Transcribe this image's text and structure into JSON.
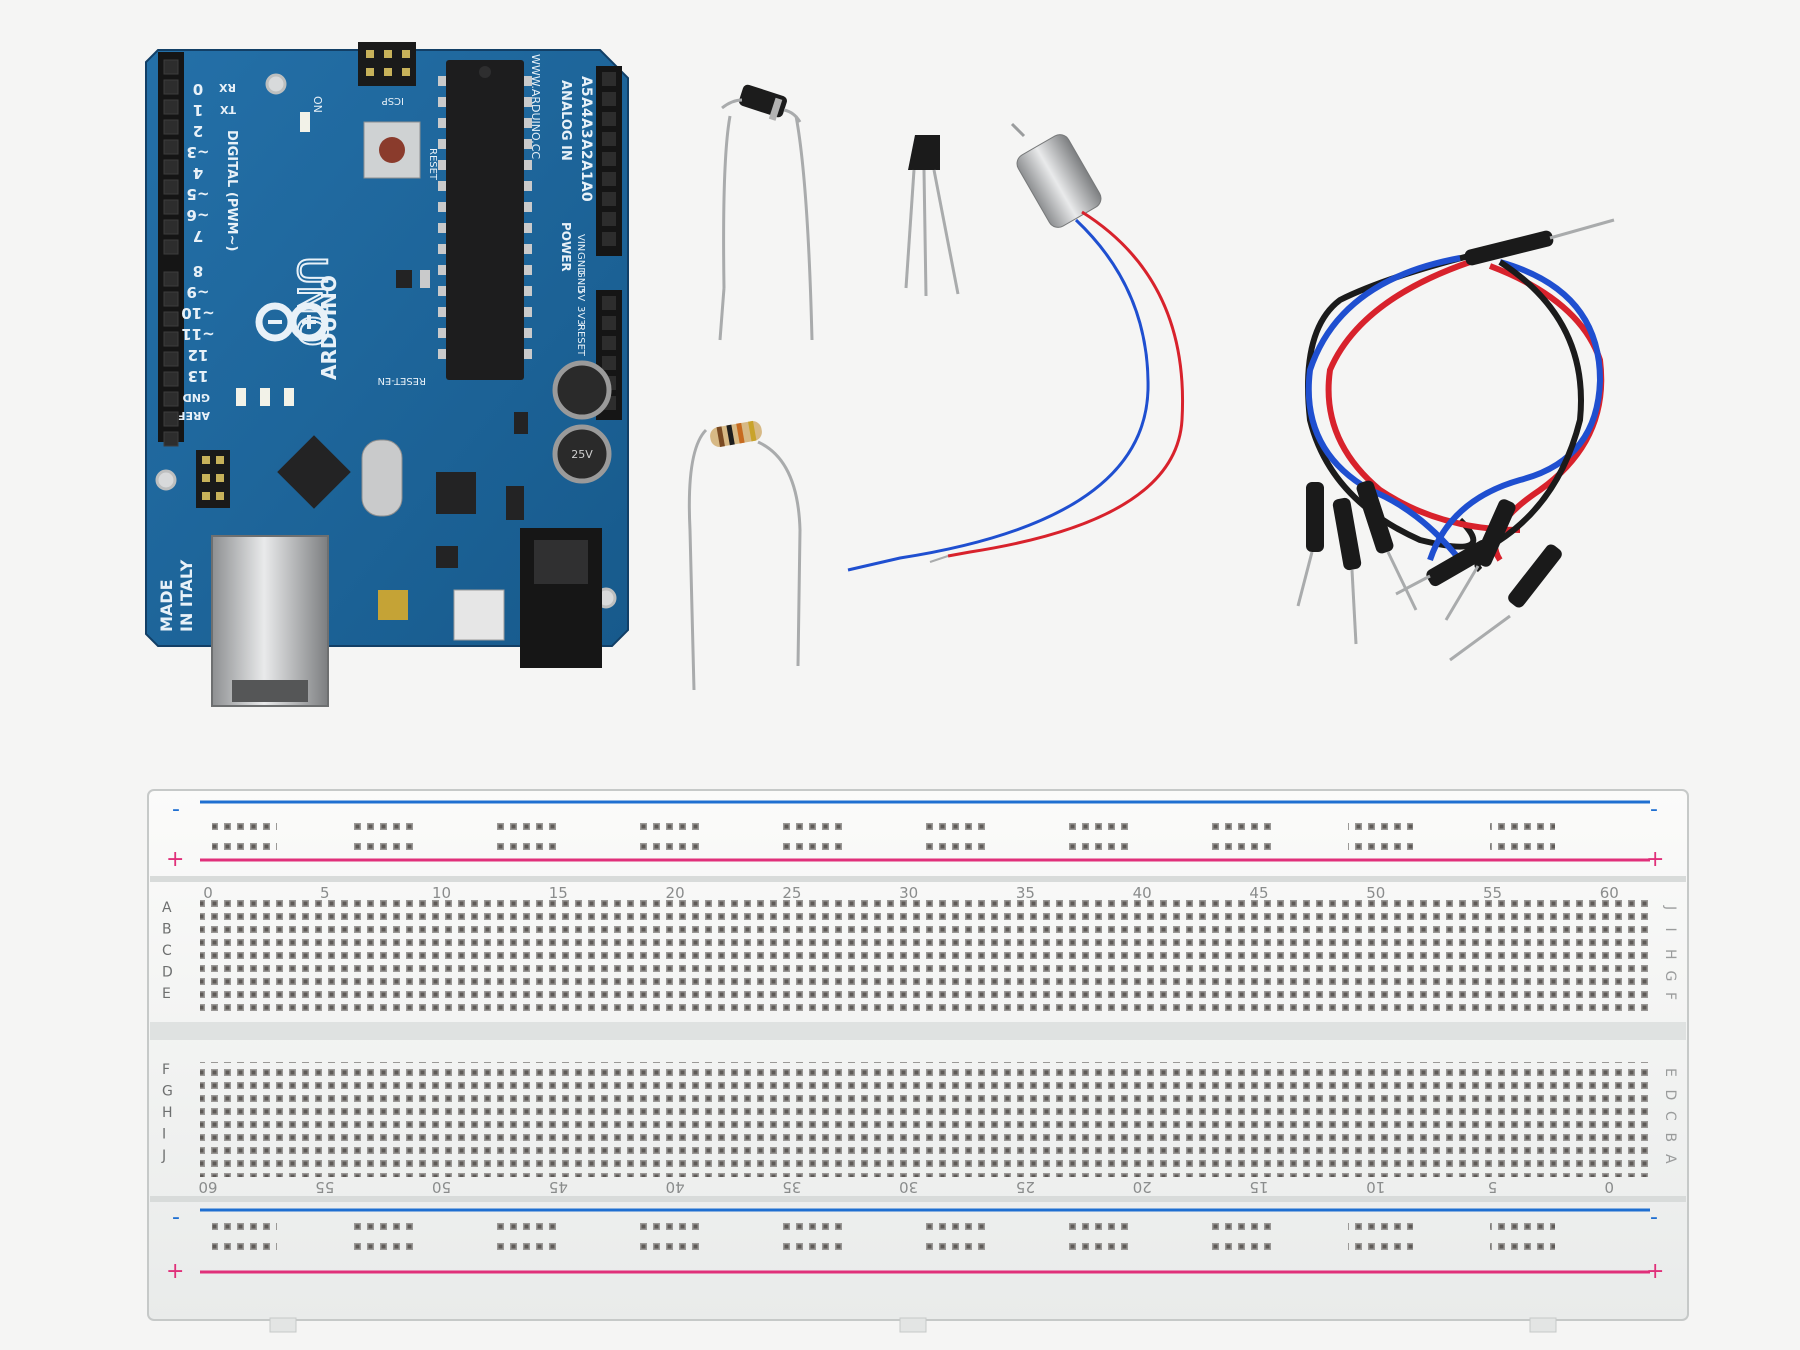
{
  "arduino": {
    "brand": "ARDUINO",
    "model": "UNO",
    "url": "WWW.ARDUINO.CC",
    "made_in": [
      "MADE",
      "IN ITALY"
    ],
    "digital_label": "DIGITAL (PWM~)",
    "analog_label": "ANALOG IN",
    "power_label": "POWER",
    "reset_label": "RESET",
    "icsp_label": "ICSP",
    "on_label": "ON",
    "reset_en_label": "RESET-EN",
    "aref_label": "AREF",
    "gnd_label": "GND",
    "rx_label": "RX",
    "tx_label": "TX",
    "cap_label": "25V",
    "digital_pins": [
      "0",
      "1",
      "2",
      "~3",
      "4",
      "~5",
      "~6",
      "7",
      "8",
      "~9",
      "~10",
      "~11",
      "12",
      "13"
    ],
    "analog_pins": [
      "A5",
      "A4",
      "A3",
      "A2",
      "A1",
      "A0"
    ],
    "power_pins": [
      "VIN",
      "GND",
      "GND",
      "5V",
      "3V3",
      "RESET"
    ],
    "colors": {
      "board": "#1b5e95",
      "silk": "#e8f1f8"
    }
  },
  "breadboard": {
    "top_numbers": [
      "0",
      "5",
      "10",
      "15",
      "20",
      "25",
      "30",
      "35",
      "40",
      "45",
      "50",
      "55",
      "60"
    ],
    "bottom_numbers": [
      "60",
      "55",
      "50",
      "45",
      "40",
      "35",
      "30",
      "25",
      "20",
      "15",
      "10",
      "5",
      "0"
    ],
    "rows_left_top": [
      "A",
      "B",
      "C",
      "D",
      "E"
    ],
    "rows_left_bottom": [
      "F",
      "G",
      "H",
      "I",
      "J"
    ],
    "rows_right_top": [
      "J",
      "I",
      "H",
      "G",
      "F"
    ],
    "rows_right_bottom": [
      "E",
      "D",
      "C",
      "B",
      "A"
    ],
    "rail_minus": "-",
    "rail_plus": "+",
    "colors": {
      "minus_line": "#1f6fd1",
      "plus_line": "#e0307a"
    }
  },
  "components": {
    "diode": {
      "icon": "diode-icon"
    },
    "resistor": {
      "icon": "resistor-icon"
    },
    "transistor": {
      "icon": "transistor-icon"
    },
    "motor": {
      "icon": "dc-motor-icon"
    },
    "jumper_wires": {
      "icon": "jumper-wires-icon",
      "colors": [
        "#1b1b1b",
        "#d8222c",
        "#1f4fd0"
      ]
    }
  }
}
